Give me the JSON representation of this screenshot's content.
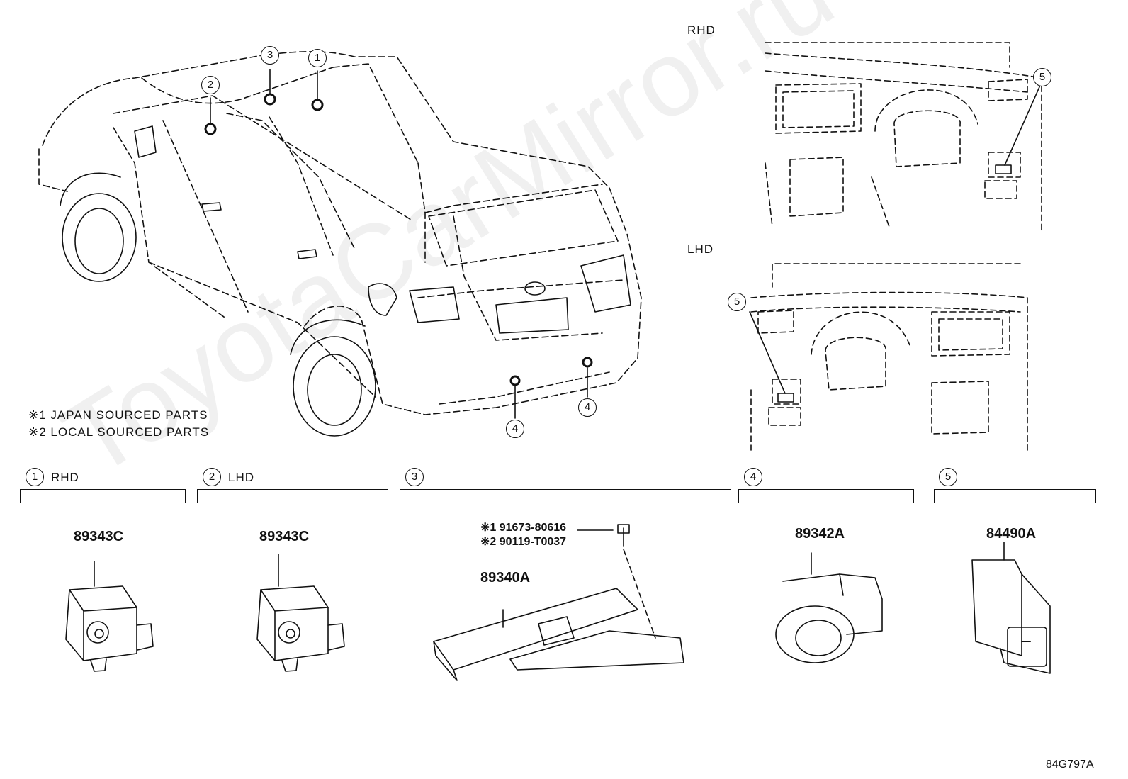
{
  "watermark": "ToyotaCarMirror.ru",
  "callouts": {
    "c1": "1",
    "c2": "2",
    "c3": "3",
    "c4a": "4",
    "c4b": "4",
    "c5_rhd": "5",
    "c5_lhd": "5"
  },
  "dash_labels": {
    "rhd": "RHD",
    "lhd": "LHD"
  },
  "notes": [
    "※1 JAPAN SOURCED PARTS",
    "※2 LOCAL SOURCED PARTS"
  ],
  "groups": [
    {
      "num": "1",
      "label": "RHD",
      "part": "89343C"
    },
    {
      "num": "2",
      "label": "LHD",
      "part": "89343C"
    },
    {
      "num": "3",
      "label": "",
      "part": "89340A",
      "bolts": [
        "※1 91673-80616",
        "※2 90119-T0037"
      ]
    },
    {
      "num": "4",
      "label": "",
      "part": "89342A"
    },
    {
      "num": "5",
      "label": "",
      "part": "84490A"
    }
  ],
  "diagram_id": "84G797A"
}
